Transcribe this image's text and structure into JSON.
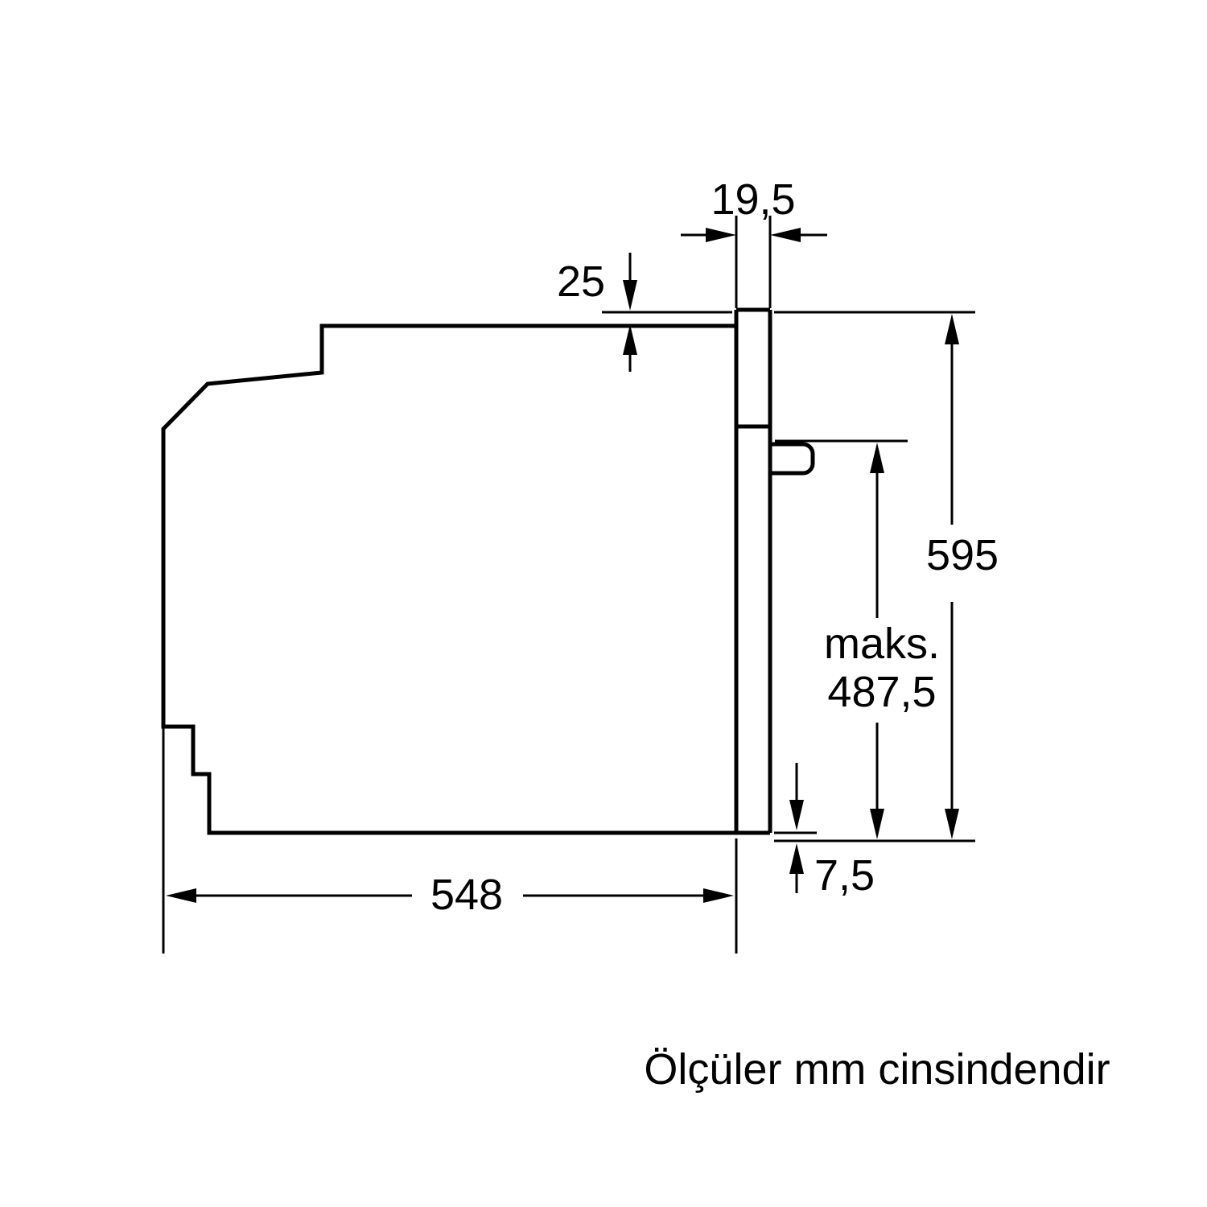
{
  "diagram": {
    "caption": "Ölçüler mm cinsindendir",
    "labels": {
      "door_width": "19,5",
      "top_offset": "25",
      "height": "595",
      "maks_label": "maks.",
      "maks_value": "487,5",
      "bottom_gap": "7,5",
      "depth": "548"
    },
    "colors": {
      "line": "#000000",
      "background": "#ffffff"
    }
  }
}
